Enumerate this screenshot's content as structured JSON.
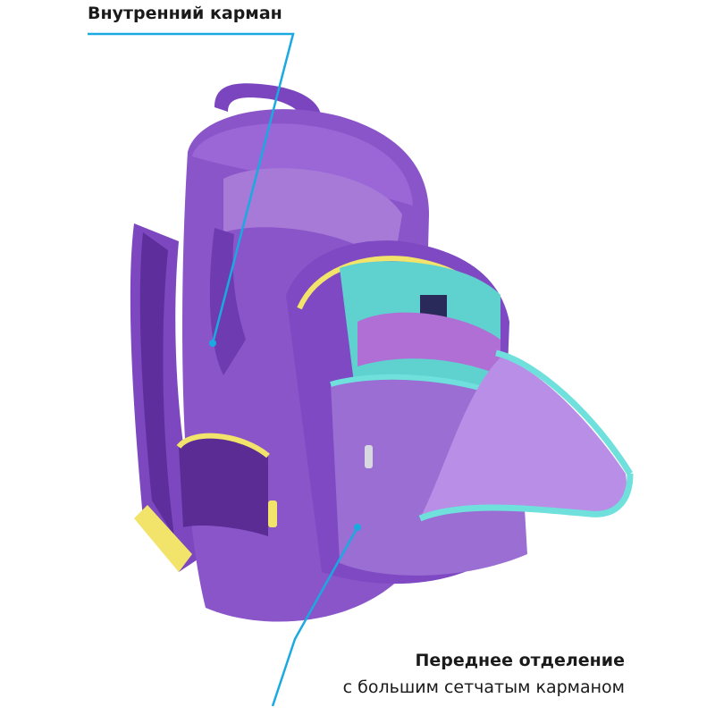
{
  "callouts": {
    "inner_pocket": "Внутренний карман",
    "front_title": "Переднее отделение",
    "front_subtitle": "с большим сетчатым карманом"
  },
  "colors": {
    "pointer_line": "#1aa9e0",
    "body_purple": "#8a55c9",
    "dark_purple": "#6a36ad",
    "light_lilac": "#b98ee6",
    "zipper_yellow": "#f2e36a",
    "zipper_teal": "#6fe0dc"
  }
}
